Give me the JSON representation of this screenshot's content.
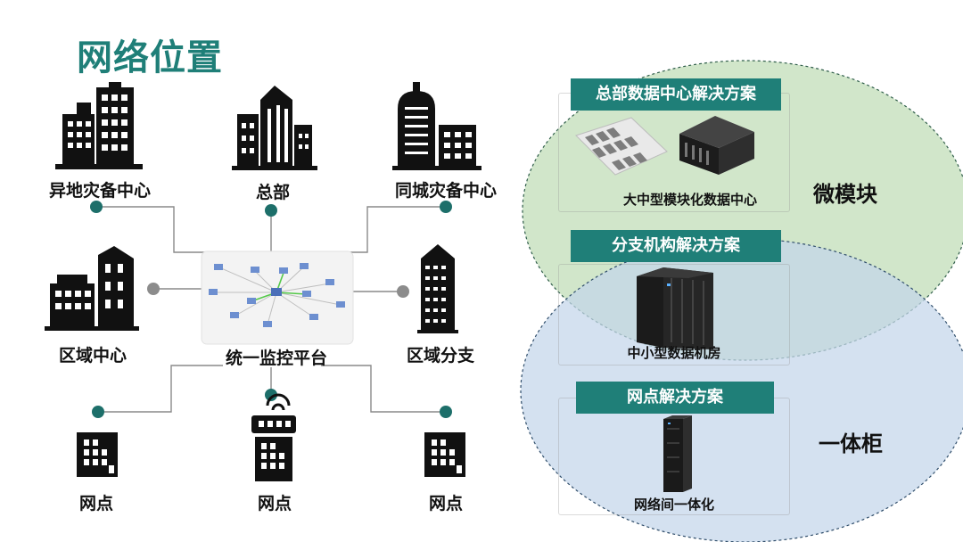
{
  "title": "网络位置",
  "nodes": {
    "remote_dr": "异地灾备中心",
    "hq": "总部",
    "same_city_dr": "同城灾备中心",
    "regional_center": "区域中心",
    "platform": "统一监控平台",
    "regional_branch": "区域分支",
    "outlet_left": "网点",
    "outlet_mid": "网点",
    "outlet_right": "网点"
  },
  "solutions": {
    "hq": {
      "banner": "总部数据中心解决方案",
      "caption": "大中型模块化数据中心"
    },
    "branch": {
      "banner": "分支机构解决方案",
      "caption": "中小型数据机房"
    },
    "outlet": {
      "banner": "网点解决方案",
      "caption": "网络间一体化"
    }
  },
  "tiers": {
    "micro_module": "微模块",
    "integrated_cabinet": "一体柜"
  },
  "colors": {
    "accent": "#1f7f78",
    "dot_teal": "#1d6f6a",
    "dot_gray": "#8c8c8c",
    "ellipse_green": "#cfe5c7",
    "ellipse_blue": "#c4d6ea"
  }
}
